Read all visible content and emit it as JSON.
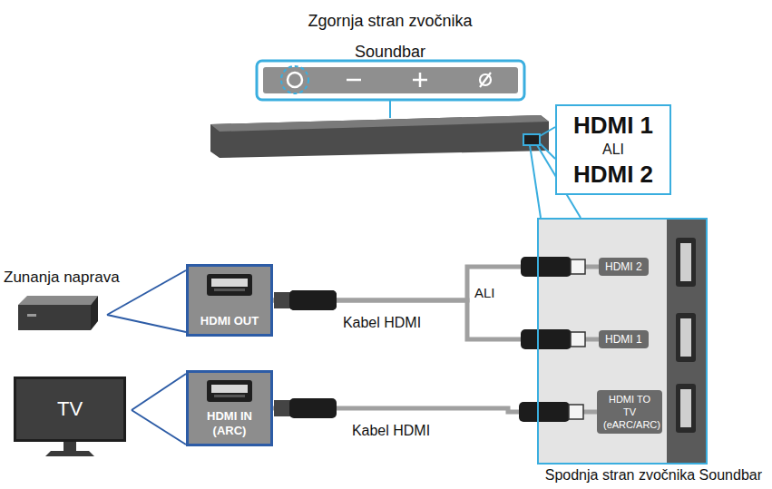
{
  "diagram": {
    "nodes": [
      {
        "text": [
          "HDMI 1",
          "ALI",
          "HDMI 2"
        ]
      },
      {
        "text": [
          "Spodnja stran zvočnika Soundbar"
        ]
      },
      {
        "text": [
          "HDMI 2"
        ],
        "in": 1
      },
      {
        "text": [
          "HDMI 1"
        ],
        "in": 1
      },
      {
        "text": [
          "HDMI TO TV (eARC/ARC)"
        ],
        "in": 1
      },
      {
        "text": [
          "HDMI OUT"
        ]
      },
      {
        "text": [
          "TV"
        ]
      },
      {
        "text": [
          "HDMI IN (ARC)"
        ]
      }
    ],
    "edges": [
      {
        "from": 5,
        "to": 2,
        "arrow": "none",
        "label": "Kabel HDMI"
      },
      {
        "from": 5,
        "to": 3,
        "arrow": "none"
      },
      {
        "from": 7,
        "to": 4,
        "arrow": "none",
        "label": "Kabel HDMI"
      }
    ],
    "labels": [
      "Zgornja stran zvočnika Soundbar",
      "Zunanja naprava",
      "ALI"
    ]
  }
}
